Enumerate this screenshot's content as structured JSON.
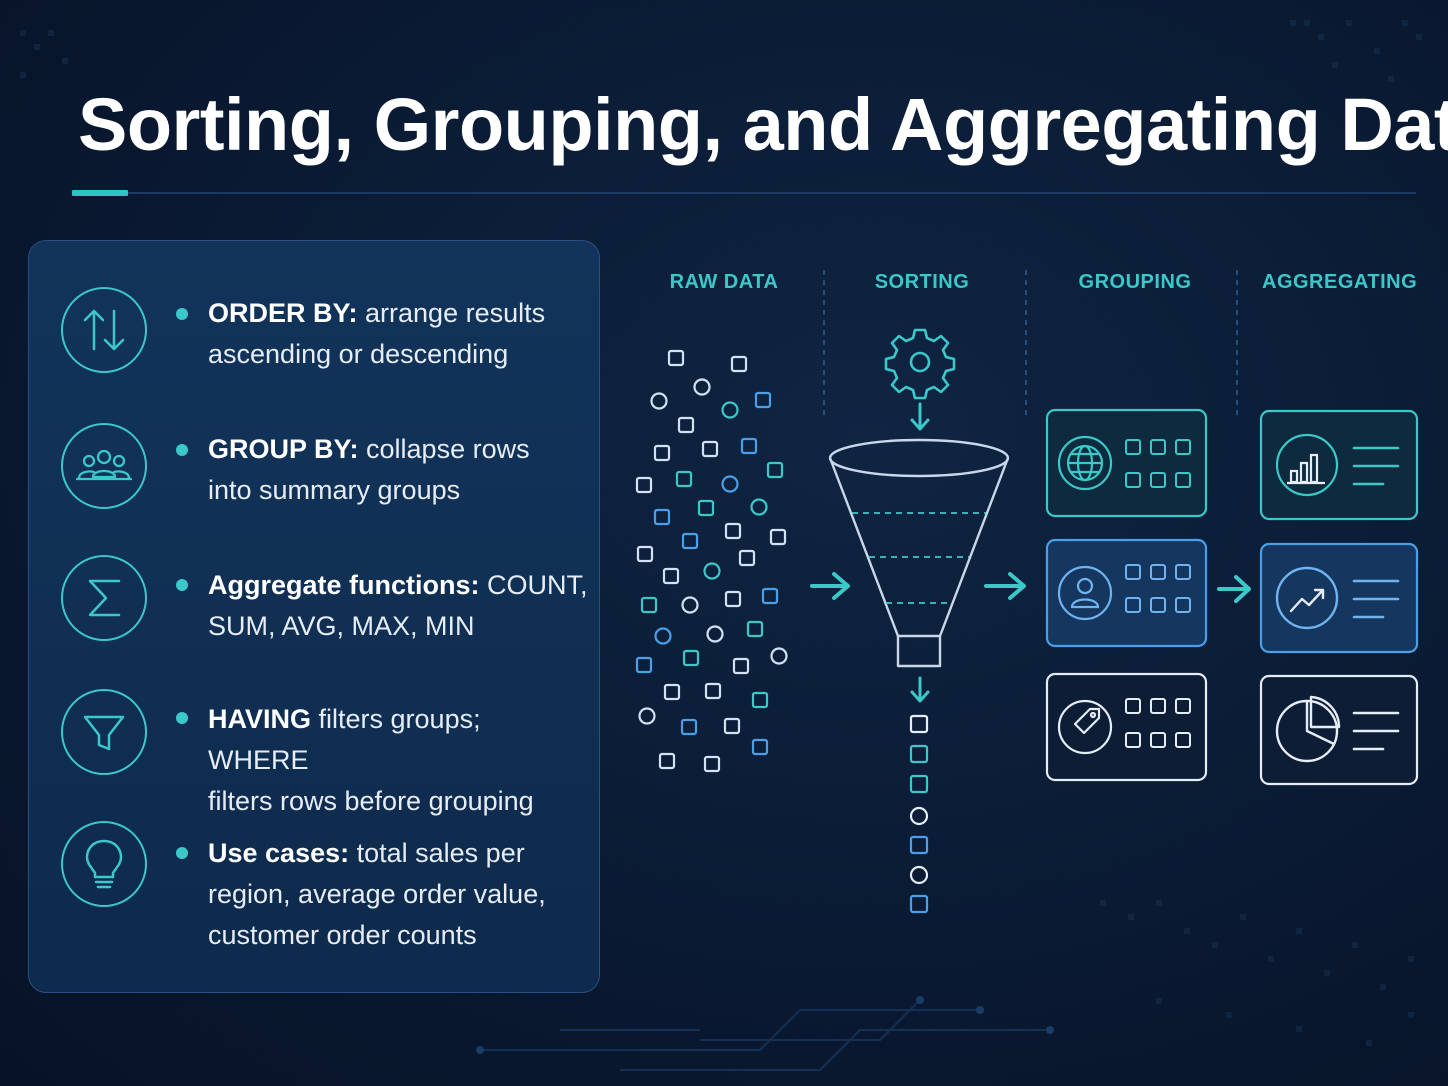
{
  "title": "Sorting, Grouping, and Aggregating Data",
  "panel": {
    "items": [
      {
        "icon": "sort-arrows-icon",
        "term": "ORDER BY:",
        "line1_rest": " arrange results",
        "line2": "ascending or descending",
        "line3": ""
      },
      {
        "icon": "users-group-icon",
        "term": "GROUP BY:",
        "line1_rest": " collapse rows",
        "line2": "into summary groups",
        "line3": ""
      },
      {
        "icon": "sigma-icon",
        "term": "Aggregate functions:",
        "line1_rest": " COUNT,",
        "line2": "SUM, AVG, MAX, MIN",
        "line3": ""
      },
      {
        "icon": "filter-funnel-icon",
        "term": "HAVING",
        "line1_rest": " filters groups; WHERE",
        "line2": "filters rows before grouping",
        "line3": ""
      },
      {
        "icon": "lightbulb-icon",
        "term": "Use cases:",
        "line1_rest": " total sales per",
        "line2": "region, average order value,",
        "line3": "customer order counts"
      }
    ]
  },
  "stages": [
    "RAW DATA",
    "SORTING",
    "GROUPING",
    "AGGREGATING"
  ],
  "colors": {
    "accent": "#3cc7c9",
    "blue": "#4a9fe8",
    "background": "#0a1a33",
    "panel": "#12345a"
  },
  "icons": {
    "sorting": "gear-icon",
    "grouping": [
      "globe-icon",
      "user-icon",
      "tag-icon"
    ],
    "aggregating": [
      "bar-chart-icon",
      "line-chart-icon",
      "pie-chart-icon"
    ]
  }
}
